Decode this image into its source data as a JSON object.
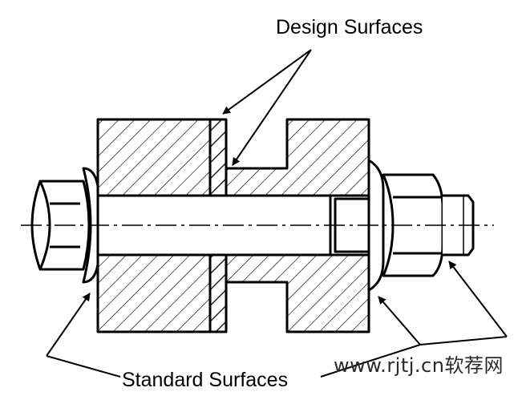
{
  "labels": {
    "design_surfaces": "Design Surfaces",
    "standard_surfaces": "Standard Surfaces"
  },
  "watermark": "www.rjtj.cn软荐网",
  "colors": {
    "line": "#000000",
    "background": "#ffffff"
  }
}
